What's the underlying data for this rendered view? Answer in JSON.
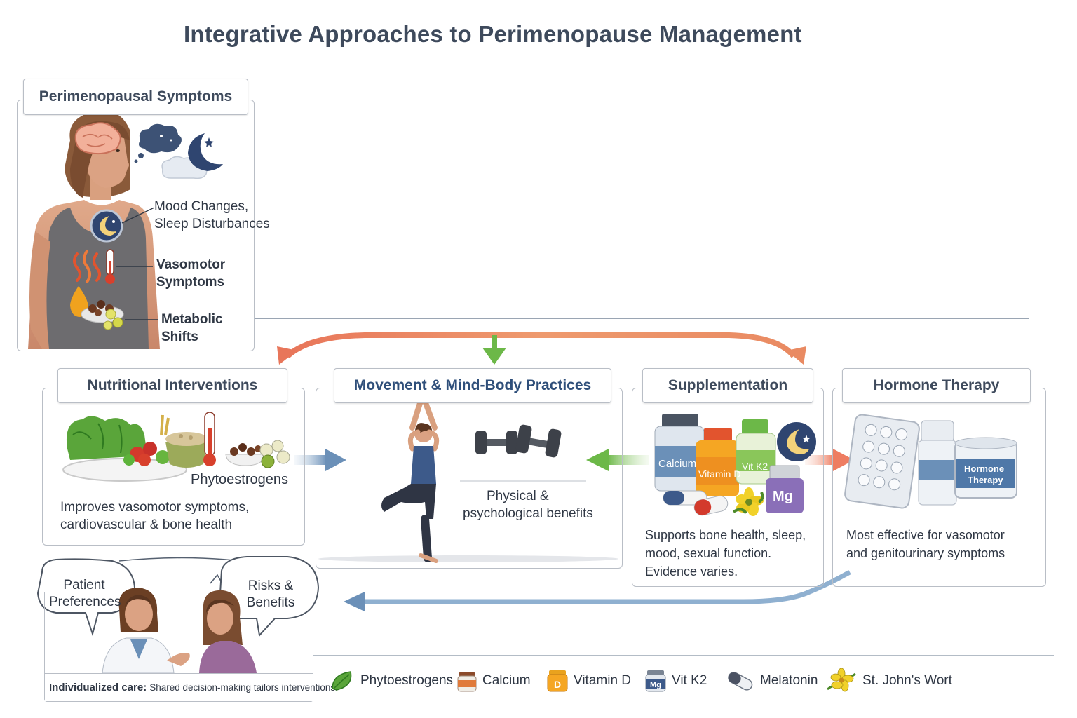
{
  "title": "Integrative Approaches to Perimenopause Management",
  "symptoms": {
    "heading": "Perimenopausal Symptoms",
    "mood_line1": "Mood Changes,",
    "mood_line2": "Sleep Disturbances",
    "vaso_line1": "Vasomotor",
    "vaso_line2": "Symptoms",
    "meta_line1": "Metabolic",
    "meta_line2": "Shifts"
  },
  "nutrition": {
    "heading": "Nutritional Interventions",
    "label": "Phytoestrogens",
    "desc_line1": "Improves vasomotor symptoms,",
    "desc_line2": "cardiovascular & bone health"
  },
  "movement": {
    "heading": "Movement & Mind-Body Practices",
    "label_line1": "Physical &",
    "label_line2": "psychological benefits"
  },
  "supplementation": {
    "heading": "Supplementation",
    "bottle_calcium": "Calcium",
    "bottle_vitd": "Vitamin D",
    "bottle_vitk2": "Vit K2",
    "bottle_mg": "Mg",
    "desc_line1": "Supports bone health, sleep,",
    "desc_line2": "mood, sexual function.",
    "desc_line3": "Evidence varies."
  },
  "hormone": {
    "heading": "Hormone Therapy",
    "jar_line1": "Hormone",
    "jar_line2": "Therapy",
    "desc_line1": "Most effective for vasomotor",
    "desc_line2": "and genitourinary symptoms"
  },
  "care": {
    "bubble_left_line1": "Patient",
    "bubble_left_line2": "Preferences",
    "bubble_right_line1": "Risks &",
    "bubble_right_line2": "Benefits",
    "caption_bold": "Individualized care:",
    "caption_rest": "Shared decision-making tailors interventions."
  },
  "legend": {
    "phyto": "Phytoestrogens",
    "calcium": "Calcium",
    "vitd": "Vitamin D",
    "vitk2": "Vit K2",
    "melatonin": "Melatonin",
    "stjohns": "St. John's Wort",
    "vitd_icon_letter": "D",
    "mg_icon_text": "Mg"
  },
  "colors": {
    "accent_orange": "#e8765a",
    "accent_green": "#6cb848",
    "accent_blue": "#6b90b8",
    "heading_text": "#3e4a5c",
    "movement_heading": "#2f4f7a"
  }
}
